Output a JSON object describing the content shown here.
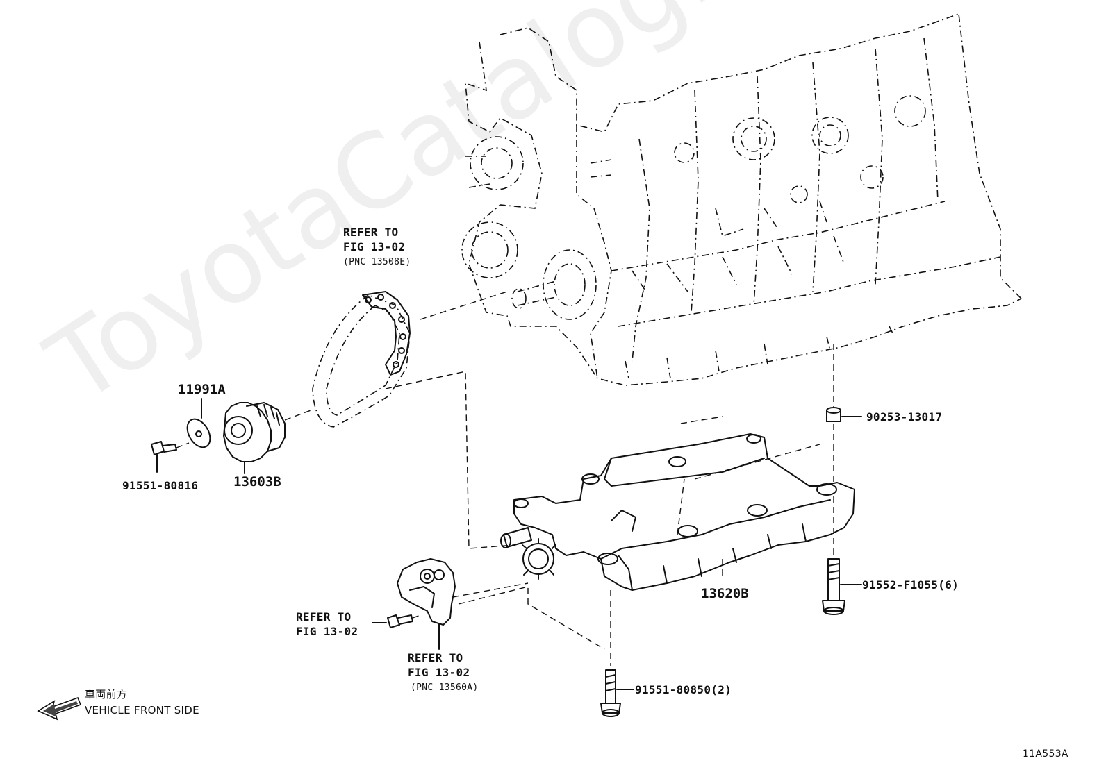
{
  "labels": {
    "chain_ref_line1": "REFER TO",
    "chain_ref_line2": "FIG 13-02",
    "chain_ref_line3": "(PNC 13508E)",
    "part_11991A": "11991A",
    "part_91551_80816": "91551-80816",
    "part_13603B": "13603B",
    "part_90253_13017": "90253-13017",
    "part_91552_F1055": "91552-F1055(6)",
    "part_13620B": "13620B",
    "bolt_ref_line1": "REFER TO",
    "bolt_ref_line2": "FIG 13-02",
    "tensioner_ref_line1": "REFER TO",
    "tensioner_ref_line2": "FIG 13-02",
    "tensioner_ref_line3": "(PNC 13560A)",
    "part_91551_80850": "91551-80850(2)",
    "front_jp": "車両前方",
    "front_en": "VEHICLE FRONT SIDE",
    "figure_id": "11A553A"
  },
  "watermark": "ToyotaCatalog.ru",
  "icons": {
    "direction_arrow": "arrow-left-icon"
  }
}
